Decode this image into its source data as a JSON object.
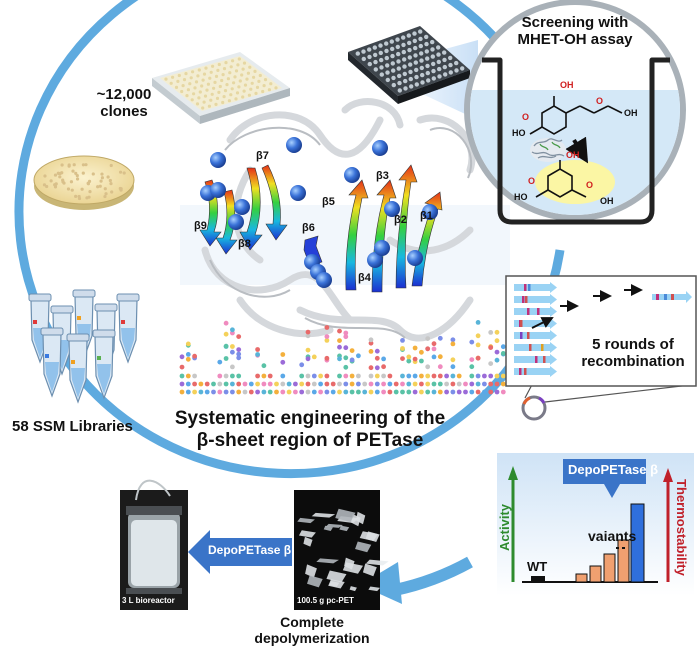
{
  "cycle": {
    "clones_label": "~12,000\nclones",
    "ssm_label": "58 SSM Libraries"
  },
  "screening": {
    "title": "Screening with\nMHET-OH assay",
    "mol_atoms": [
      "OH",
      "HO",
      "O",
      "O",
      "OH",
      "HO",
      "O",
      "O",
      "OH",
      "OH"
    ]
  },
  "structure": {
    "caption": "Systematic engineering of the\nβ-sheet region of PETase",
    "strands": [
      "β1",
      "β2",
      "β3",
      "β4",
      "β5",
      "β6",
      "β7",
      "β8",
      "β9"
    ]
  },
  "recombination": {
    "label": "5 rounds of\nrecombination"
  },
  "activity_panel": {
    "y_left": "Activity",
    "y_right": "Thermostability",
    "best": "DepoPETase β",
    "variants": "vaiants",
    "wt": "WT"
  },
  "depolymerization": {
    "arrow_label": "DepoPETase β",
    "bioreactor": "3 L bioreactor",
    "pet": "100.5 g pc-PET",
    "caption": "Complete\ndepolymerization"
  },
  "colors": {
    "cycle_blue": "#5eaadf",
    "arrow_blue": "#3a74c8",
    "activity_green": "#2e8b2e",
    "thermo_red": "#c0202a",
    "bar_orange": "#f0a070",
    "bar_blue": "#2f6fdc"
  }
}
